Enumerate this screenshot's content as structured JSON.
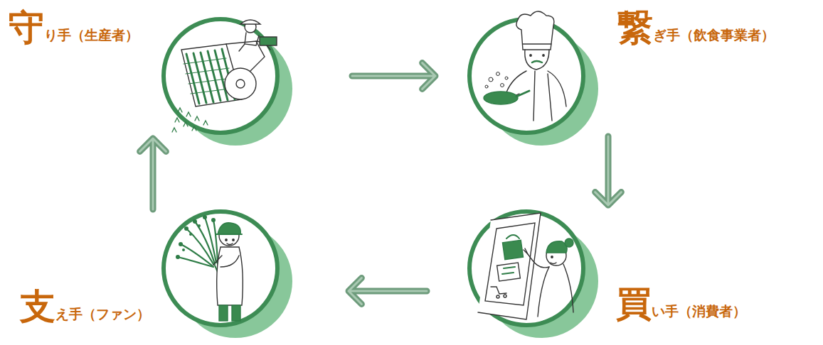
{
  "diagram": {
    "nodes": [
      {
        "text": [
          "守り手（生産者）"
        ]
      },
      {
        "text": [
          "繋ぎ手（飲食事業者）"
        ]
      },
      {
        "text": [
          "買い手（消費者）"
        ]
      },
      {
        "text": [
          "支え手（ファン）"
        ]
      }
    ],
    "edges": [
      {
        "from": 0,
        "to": 1,
        "arrow": "to"
      },
      {
        "from": 1,
        "to": 2,
        "arrow": "to"
      },
      {
        "from": 2,
        "to": 3,
        "arrow": "to"
      },
      {
        "from": 3,
        "to": 0,
        "arrow": "to"
      }
    ]
  }
}
